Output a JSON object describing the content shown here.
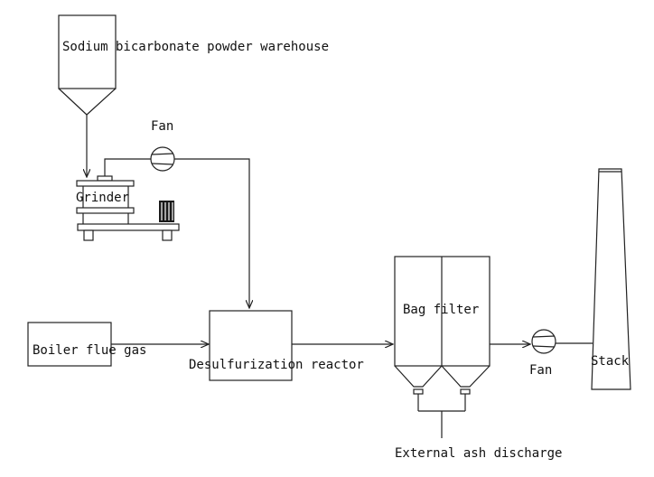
{
  "labels": {
    "warehouse": "Sodium bicarbonate powder warehouse",
    "fan_top": "Fan",
    "grinder": "Grinder",
    "boiler": "Boiler flue gas",
    "reactor": "Desulfurization reactor",
    "bag_filter": "Bag filter",
    "fan_right": "Fan",
    "stack": "Stack",
    "ash": "External ash discharge"
  }
}
